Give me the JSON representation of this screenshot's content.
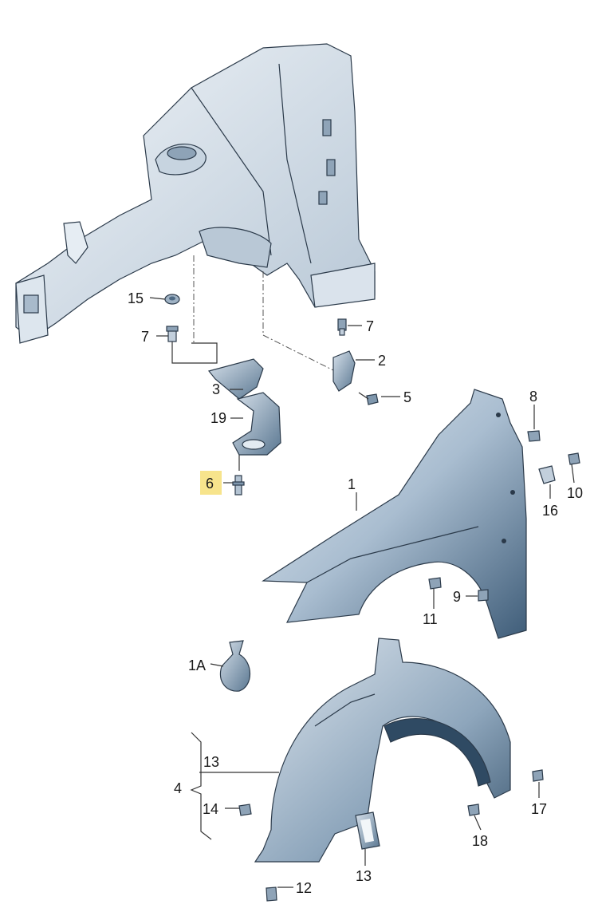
{
  "callouts": {
    "p1": "1",
    "p1a": "1A",
    "p2": "2",
    "p3": "3",
    "p4": "4",
    "p5": "5",
    "p6": "6",
    "p7a": "7",
    "p7b": "7",
    "p8": "8",
    "p9": "9",
    "p10": "10",
    "p11": "11",
    "p12": "12",
    "p13a": "13",
    "p13b": "13",
    "p14": "14",
    "p15": "15",
    "p16": "16",
    "p17": "17",
    "p18": "18",
    "p19": "19"
  },
  "highlighted_callout": "6",
  "colors": {
    "panel_light": "#cfdbe6",
    "panel_mid": "#9fb4c6",
    "panel_dark": "#3d5a75",
    "highlight": "#f7e48c"
  }
}
